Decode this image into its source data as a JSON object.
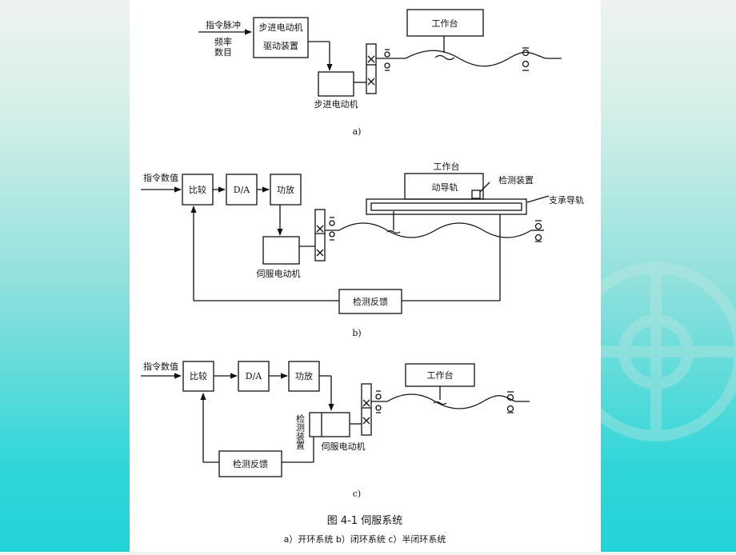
{
  "figure": {
    "title": "图 4-1    伺服系统",
    "caption": "a）开环系统    b）闭环系统    c）半闭环系统"
  },
  "diagram_a": {
    "input_top": "指令脉冲",
    "input_freq": "频率",
    "input_count": "数目",
    "driver_line1": "步进电动机",
    "driver_line2": "驱动装置",
    "motor": "步进电动机",
    "worktable": "工作台",
    "sublabel": "a)"
  },
  "diagram_b": {
    "input": "指令数值",
    "compare": "比较",
    "da": "D/A",
    "amp": "功放",
    "motor": "伺服电动机",
    "worktable": "工作台",
    "moving_guide": "动导轨",
    "detector": "检测装置",
    "support_guide": "支承导轨",
    "feedback": "检测反馈",
    "sublabel": "b)"
  },
  "diagram_c": {
    "input": "指令数值",
    "compare": "比较",
    "da": "D/A",
    "amp": "功放",
    "detector": "检测装置",
    "motor": "伺服电动机",
    "worktable": "工作台",
    "feedback": "检测反馈",
    "sublabel": "c)"
  }
}
